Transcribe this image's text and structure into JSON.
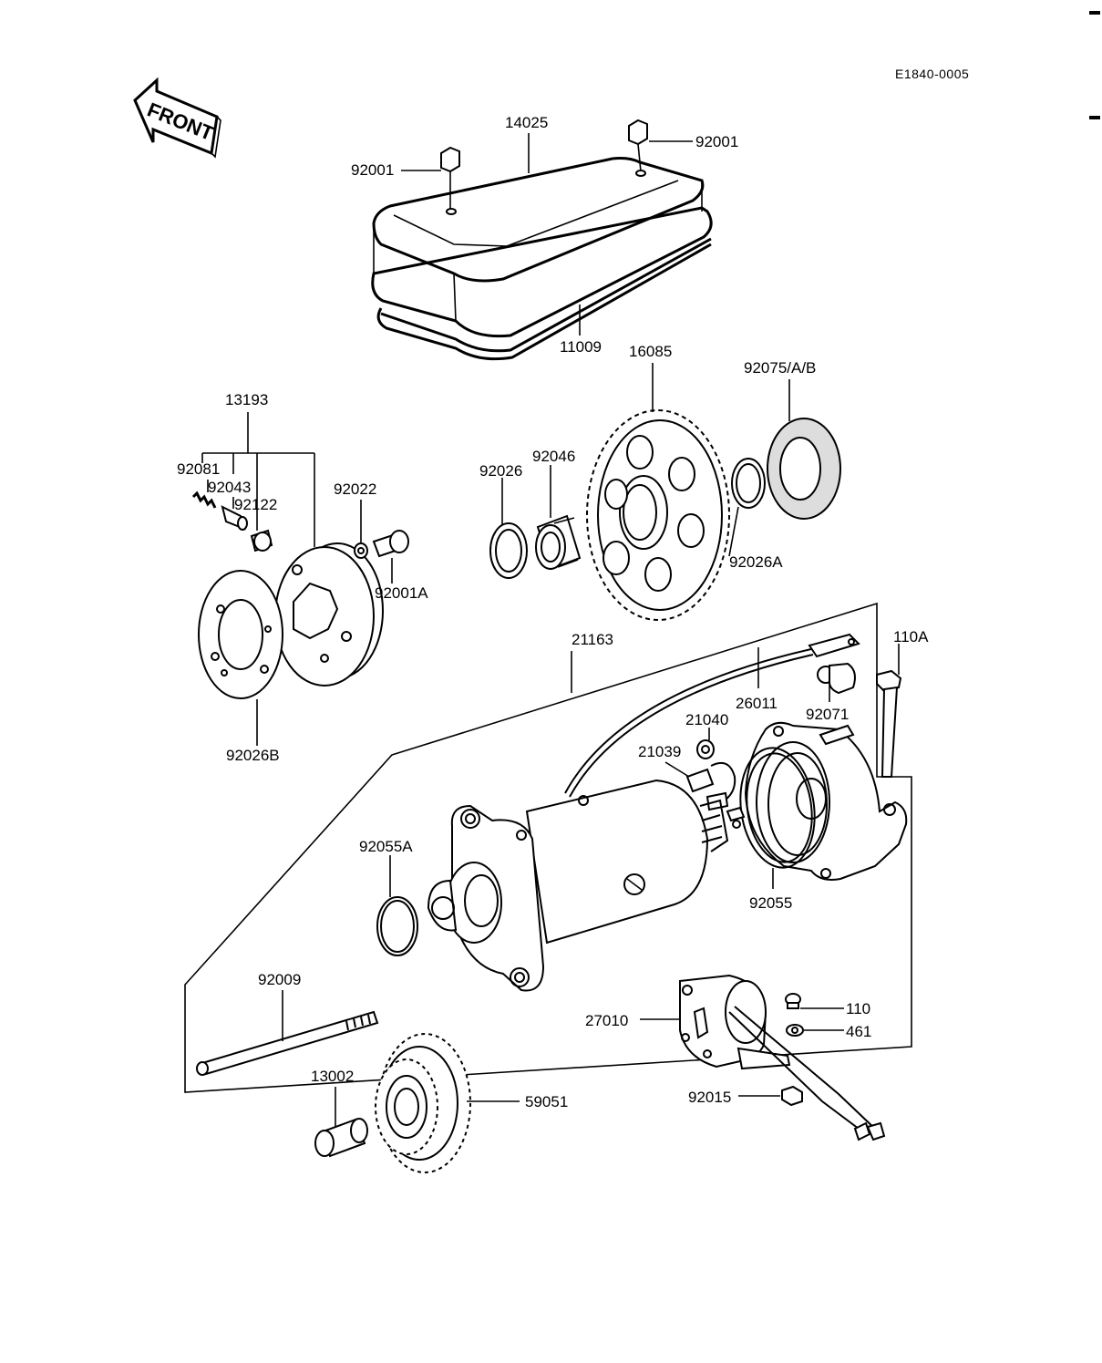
{
  "diagram_code": "E1840-0005",
  "front_label": "FRONT",
  "labels": {
    "l14025": "14025",
    "l92001_left": "92001",
    "l92001_right": "92001",
    "l11009": "11009",
    "l16085": "16085",
    "l92075": "92075/A/B",
    "l13193": "13193",
    "l92081": "92081",
    "l92043": "92043",
    "l92122": "92122",
    "l92022": "92022",
    "l92001A": "92001A",
    "l92026": "92026",
    "l92046": "92046",
    "l92026A": "92026A",
    "l92026B": "92026B",
    "l21163": "21163",
    "l110A": "110A",
    "l26011": "26011",
    "l92071": "92071",
    "l21040": "21040",
    "l21039": "21039",
    "l92055A": "92055A",
    "l92055": "92055",
    "l92009": "92009",
    "l27010": "27010",
    "l110": "110",
    "l461": "461",
    "l92015": "92015",
    "l13002": "13002",
    "l59051": "59051"
  }
}
